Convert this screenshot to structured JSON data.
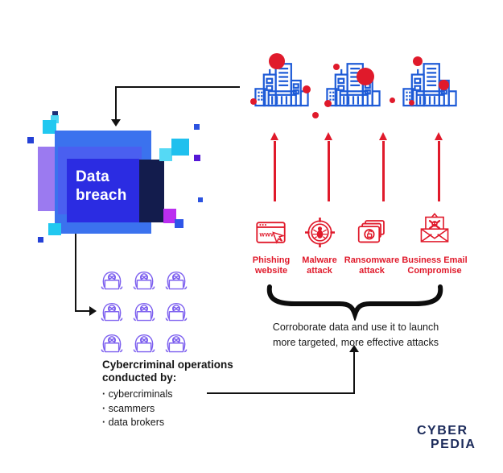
{
  "data_breach": {
    "label": "Data breach"
  },
  "attacks": [
    {
      "name": "Phishing website",
      "icon": "phishing-website-icon"
    },
    {
      "name": "Malware attack",
      "icon": "malware-attack-icon"
    },
    {
      "name": "Ransomware attack",
      "icon": "ransomware-attack-icon"
    },
    {
      "name": "Business Email Compromise",
      "icon": "business-email-compromise-icon"
    }
  ],
  "brace_note": {
    "line1": "Corroborate data and use it to launch",
    "line2": "more targeted, more effective attacks"
  },
  "cybercriminals": {
    "heading_line1": "Cybercriminal operations",
    "heading_line2": "conducted by:",
    "bullets": [
      "cybercriminals",
      "scammers",
      "data brokers"
    ]
  },
  "logo": {
    "top": "CYBER",
    "bottom": "PEDIA"
  },
  "colors": {
    "accent_red": "#e01a2b",
    "building_blue": "#1e5bd7",
    "hacker_purple": "#7d60ef",
    "indigo_box": "#2b2ce2",
    "royal_blue": "#3b72ee",
    "mid_blue": "#4a5ff0",
    "navy_block": "#131c4d",
    "cyan_pixel": "#21c8f0",
    "light_purple": "#9b7af0",
    "magenta_pixel": "#ba2ef0",
    "logo_navy": "#1b2a5a"
  }
}
